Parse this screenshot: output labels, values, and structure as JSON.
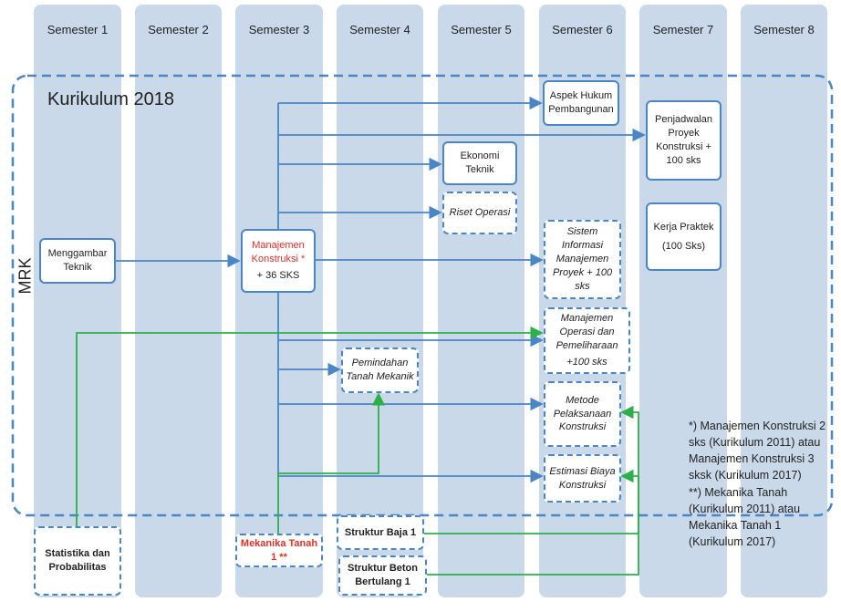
{
  "semesters": [
    "Semester 1",
    "Semester 2",
    "Semester 3",
    "Semester 4",
    "Semester 5",
    "Semester 6",
    "Semester 7",
    "Semester 8"
  ],
  "title": "Kurikulum 2018",
  "side_label": "MRK",
  "courses": {
    "menggambar": "Menggambar Teknik",
    "mk_line1": "Manajemen Konstruksi *",
    "mk_line2": "+ 36 SKS",
    "aspek": "Aspek Hukum Pembangunan",
    "penjadwalan": "Penjadwalan Proyek Konstruksi + 100 sks",
    "ekonomi": "Ekonomi Teknik",
    "riset": "Riset Operasi",
    "kp_line1": "Kerja Praktek",
    "kp_line2": "(100 Sks)",
    "sim": "Sistem Informasi Manajemen Proyek + 100 sks",
    "mop_line1": "Manajemen Operasi dan Pemeliharaan",
    "mop_line2": "+100 sks",
    "metode": "Metode Pelaksanaan Konstruksi",
    "estimasi": "Estimasi Biaya Konstruksi",
    "pemindahan": "Pemindahan Tanah Mekanik",
    "statistika": "Statistika dan Probabilitas",
    "mektan": "Mekanika Tanah 1 **",
    "baja": "Struktur Baja 1",
    "beton": "Struktur Beton Bertulang 1"
  },
  "notes": {
    "n1": "*) Manajemen Konstruksi 2 sks (Kurikulum 2011) atau Manajemen Konstruksi 3 sksk (Kurikulum 2017)",
    "n2": "**) Mekanika Tanah (Kurikulum 2011) atau Mekanika Tanah 1 (Kurikulum 2017)"
  },
  "colors": {
    "column": "#c9d9ea",
    "blue": "#4a86c5",
    "green": "#2db04b",
    "red": "#e0302a"
  }
}
